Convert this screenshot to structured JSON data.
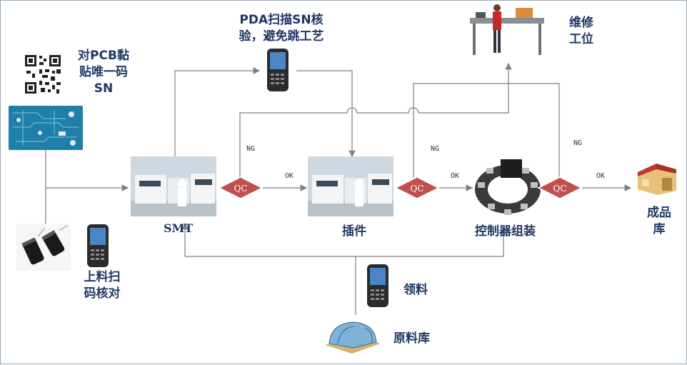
{
  "labels": {
    "pcb_sn": "对PCB黏\n贴唯一码\nSN",
    "pda_check": "PDA扫描SN核\n验，避免跳工艺",
    "repair": "维修\n工位",
    "feed_scan": "上料扫\n码核对",
    "smt": "SMT",
    "insertion": "插件",
    "controller_assembly": "控制器组装",
    "finished_store": "成品\n库",
    "pick": "领料",
    "raw_store": "原料库"
  },
  "qc_label": "QC",
  "flow_tags": {
    "ng": "NG",
    "ok": "OK"
  },
  "colors": {
    "text": "#1f3864",
    "line": "#7f7f7f",
    "qc_fill": "#c0504d",
    "pcb": "#1f7fa8"
  }
}
